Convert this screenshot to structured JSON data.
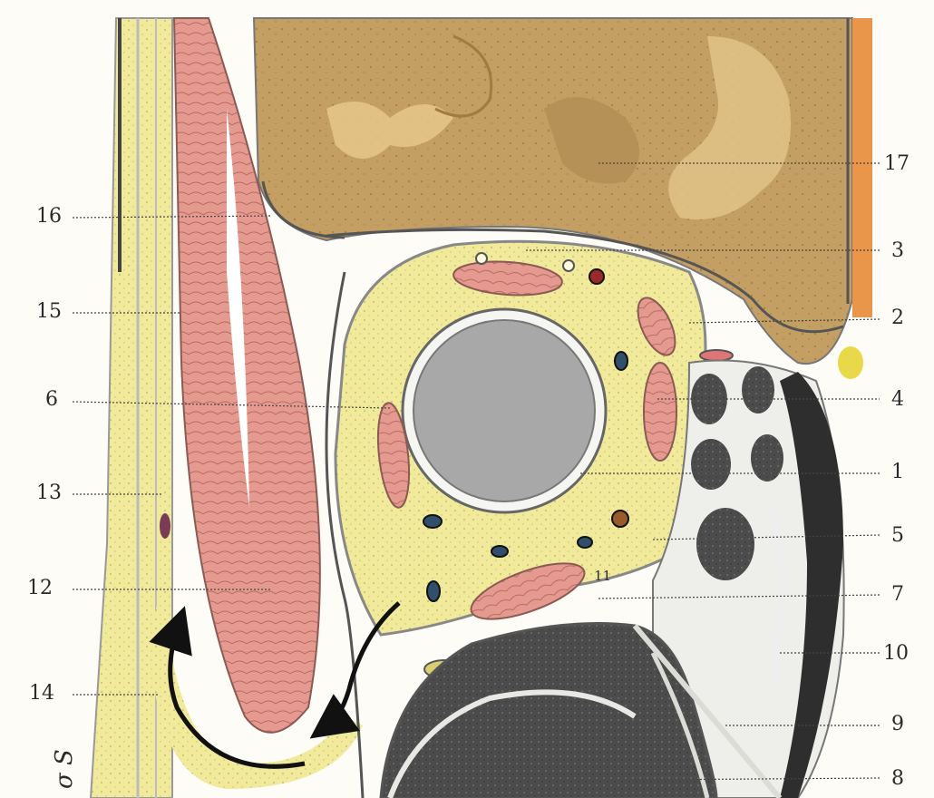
{
  "figure": {
    "labels": {
      "l1": "1",
      "l2": "2",
      "l3": "3",
      "l4": "4",
      "l5": "5",
      "l6": "6",
      "l7": "7",
      "l8": "8",
      "l9": "9",
      "l10": "10",
      "l11": "11",
      "l12": "12",
      "l13": "13",
      "l14": "14",
      "l15": "15",
      "l16": "16",
      "l17": "17"
    },
    "signature": "σ S",
    "colors": {
      "fat": "#f0ea9a",
      "muscle": "#e3958d",
      "brain": "#c7a66a",
      "eyeball": "#a9a9a9",
      "sinus_dark": "#4a4a4a",
      "vessel_blue": "#2f4f6a",
      "vessel_red": "#9a2a2a",
      "bone": "#f2f2ee"
    }
  }
}
